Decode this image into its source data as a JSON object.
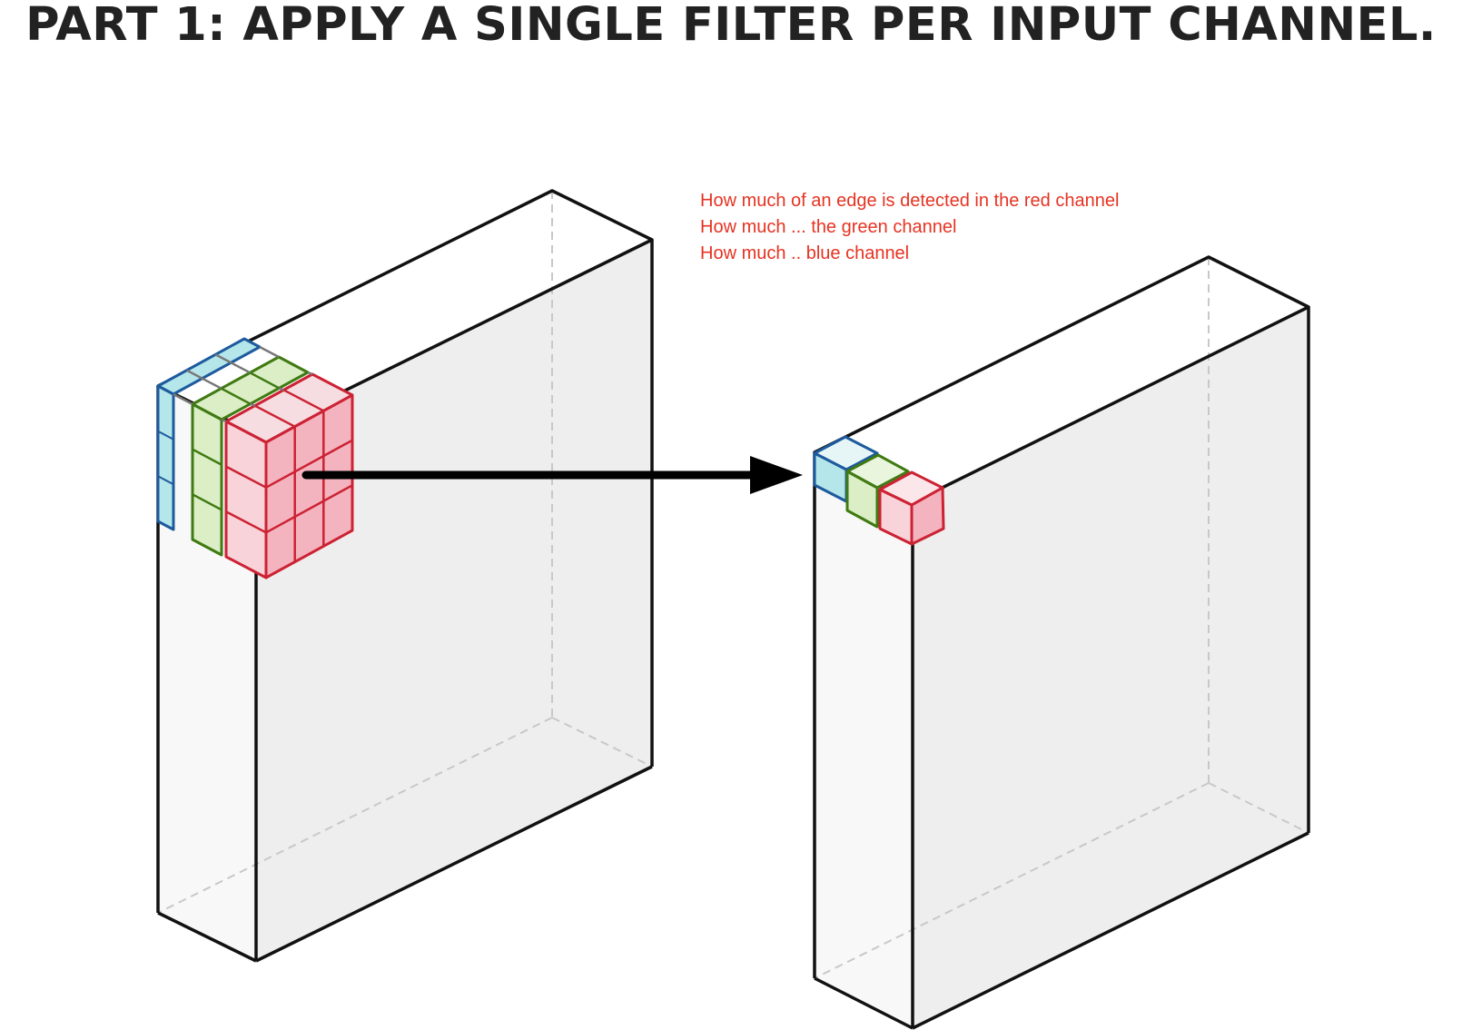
{
  "title": "PART 1: APPLY A SINGLE FILTER PER INPUT CHANNEL.",
  "annotations": [
    "How much of an edge is detected in the red channel",
    "How much ... the green channel",
    "How much .. blue channel"
  ],
  "colors": {
    "annotation_text": "#e63322",
    "title_text": "#222222",
    "red_channel_stroke": "#cc2233",
    "red_channel_fill": "#f4b4bf",
    "green_channel_stroke": "#3f7a12",
    "green_channel_fill": "#dbeec6",
    "blue_channel_stroke": "#1d5a9e",
    "blue_channel_fill": "#b5e6ea",
    "volume_front_fill": "#f8f8f8",
    "volume_side_fill": "#eeeeee",
    "arrow": "#000000"
  }
}
